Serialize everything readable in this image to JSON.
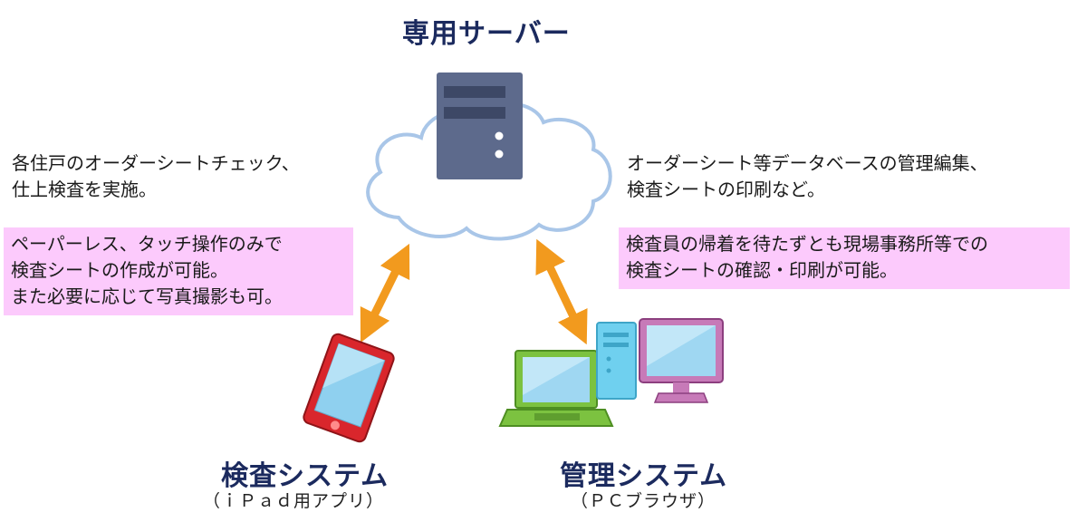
{
  "server": {
    "title": "専用サーバー"
  },
  "left_description": {
    "line1": "各住戸のオーダーシートチェック、",
    "line2": "仕上検査を実施。"
  },
  "right_description": {
    "line1": "オーダーシート等データベースの管理編集、",
    "line2": "検査シートの印刷など。"
  },
  "left_note": {
    "line1": "ペーパーレス、タッチ操作のみで",
    "line2": "検査シートの作成が可能。",
    "line3": "また必要に応じて写真撮影も可。"
  },
  "right_note": {
    "line1": "検査員の帰着を待たずとも現場事務所等での",
    "line2": "検査シートの確認・印刷が可能。"
  },
  "inspection_system": {
    "title": "検査システム",
    "subtitle": "（ｉＰａｄ用アプリ）"
  },
  "management_system": {
    "title": "管理システム",
    "subtitle": "（ＰＣブラウザ）"
  },
  "colors": {
    "title_navy": "#1b2a5e",
    "note_pink": "#fccafc",
    "arrow_orange": "#f29a1e",
    "cloud_outline": "#a9c6e8",
    "server_body": "#5d6a8c"
  },
  "icons": [
    "cloud-icon",
    "server-icon",
    "tablet-icon",
    "laptop-icon",
    "desktop-pc-icon",
    "double-arrow-icon"
  ]
}
